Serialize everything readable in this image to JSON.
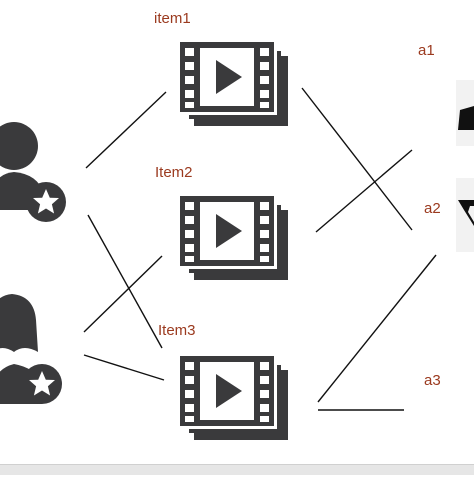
{
  "colors": {
    "label": "#9b3a1f",
    "icon": "#3a3a3c",
    "line": "#111111",
    "star": "#ffffff"
  },
  "labels": {
    "item1": "item1",
    "item2": "Item2",
    "item3": "Item3",
    "a1": "a1",
    "a2": "a2",
    "a3": "a3"
  },
  "users": [
    {
      "icon": "male-user-star-icon"
    },
    {
      "icon": "female-user-star-icon"
    }
  ],
  "items": [
    {
      "icon": "video-film-icon"
    },
    {
      "icon": "video-film-icon"
    },
    {
      "icon": "video-film-icon"
    }
  ]
}
